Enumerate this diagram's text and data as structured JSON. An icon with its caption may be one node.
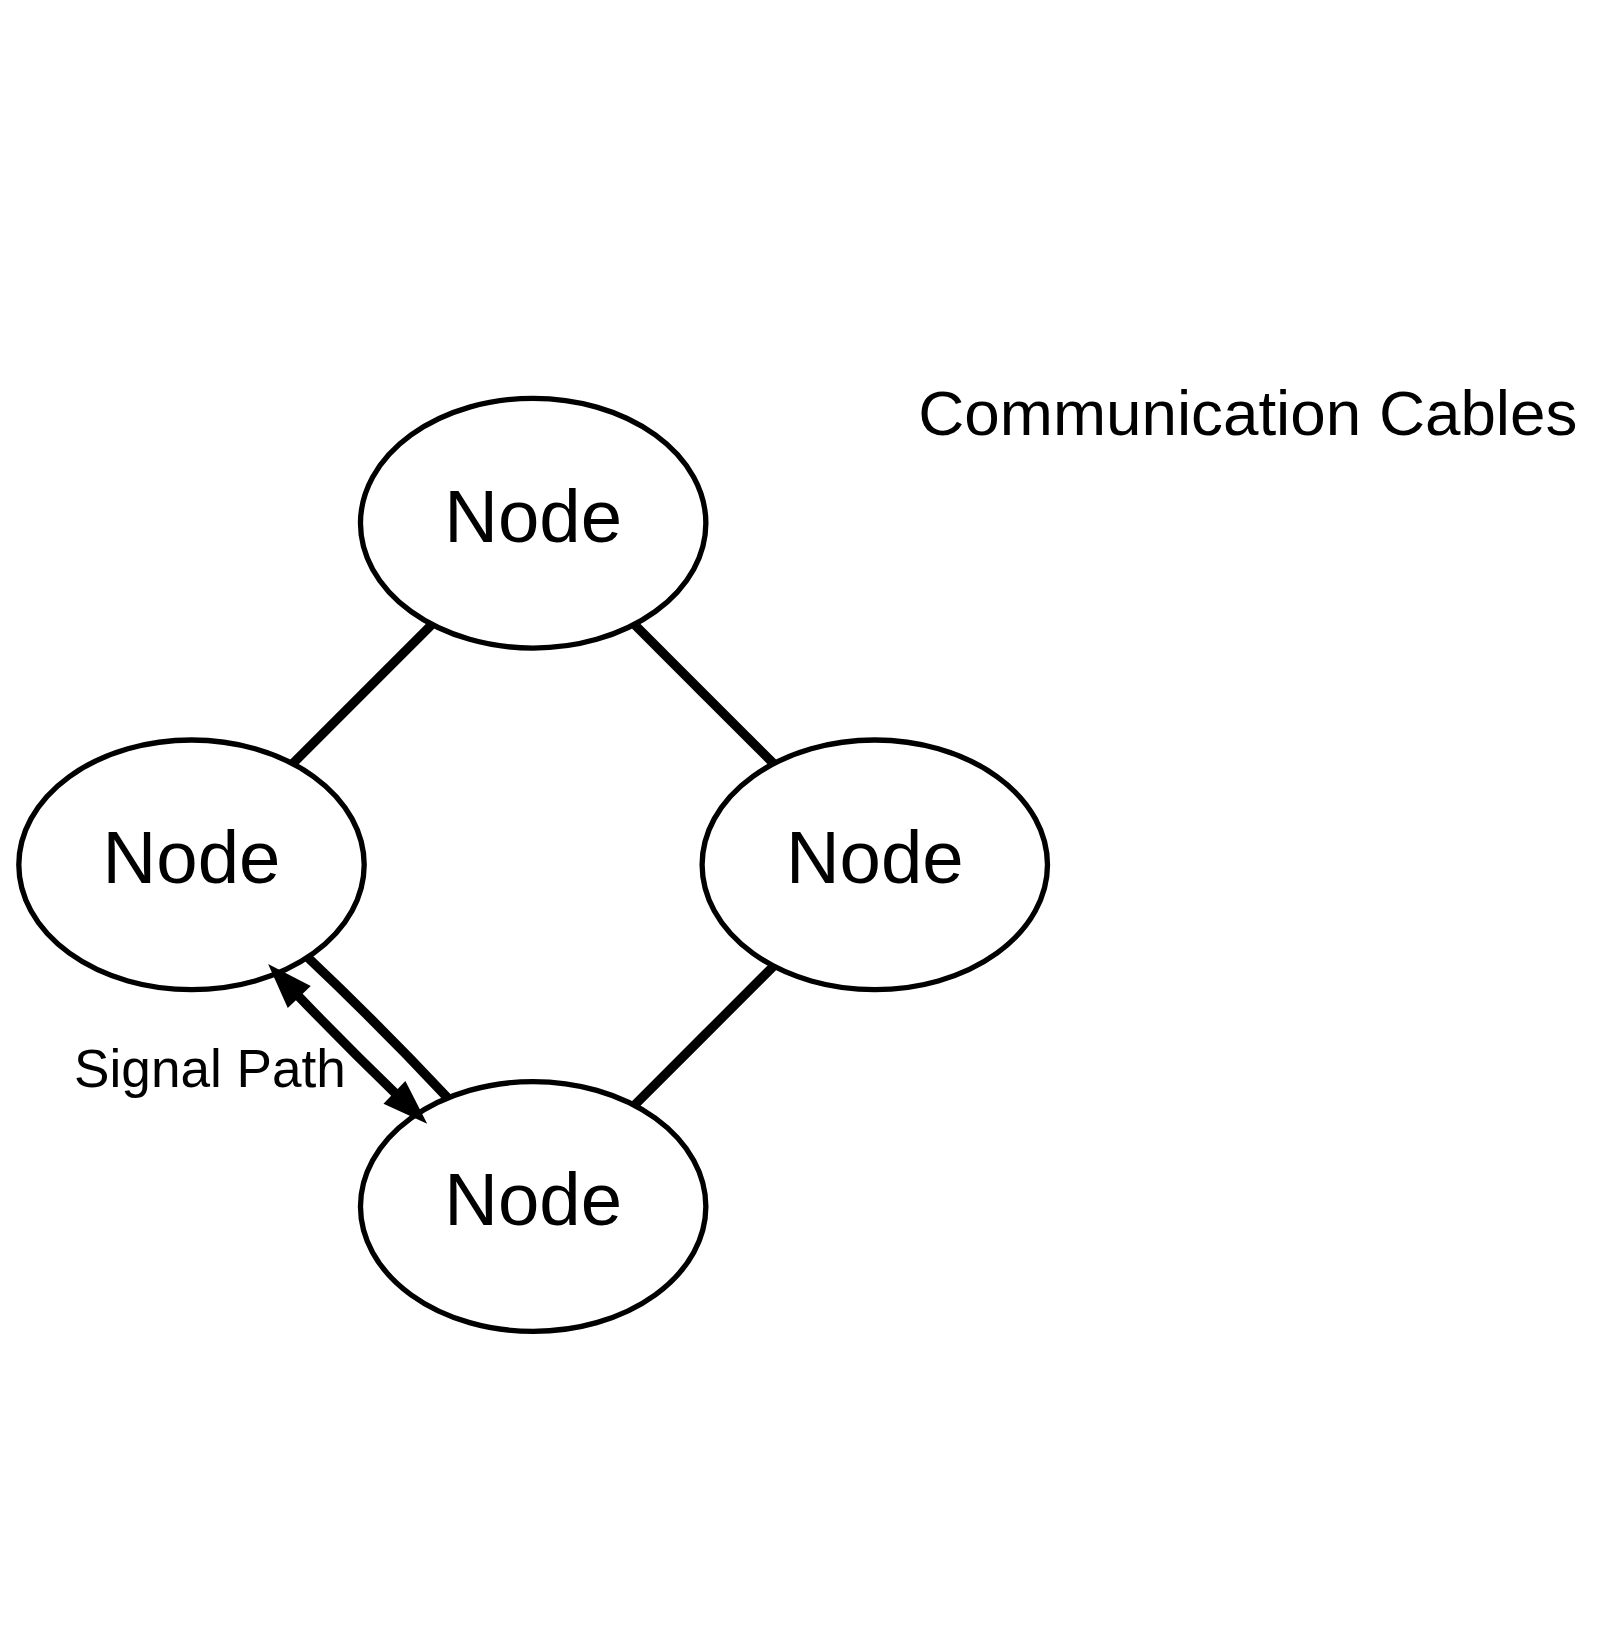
{
  "diagram": {
    "nodes": [
      {
        "text": [
          "Node"
        ]
      },
      {
        "text": [
          "Node"
        ]
      },
      {
        "text": [
          "Node"
        ]
      },
      {
        "text": [
          "Node"
        ]
      }
    ],
    "edges": [
      {
        "from": 0,
        "to": 1,
        "arrow": "both",
        "label": "Signal Path"
      },
      {
        "from": 0,
        "to": 1,
        "arrow": "none"
      },
      {
        "from": 1,
        "to": 3,
        "arrow": "none"
      },
      {
        "from": 3,
        "to": 2,
        "arrow": "none"
      },
      {
        "from": 2,
        "to": 0,
        "arrow": "none"
      }
    ],
    "labels": [
      "Communication Cables"
    ]
  }
}
